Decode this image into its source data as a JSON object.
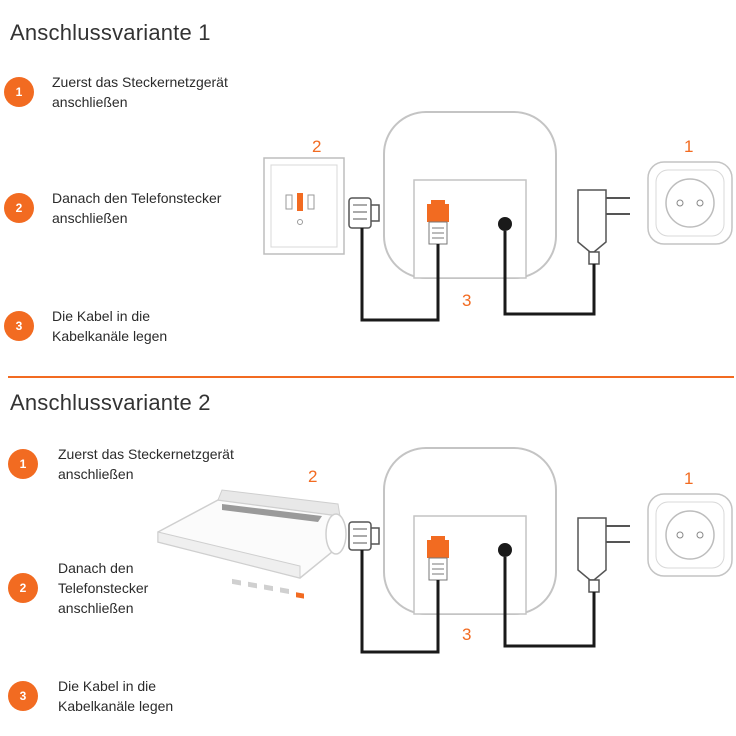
{
  "variant1": {
    "title": "Anschlussvariante 1",
    "steps": [
      {
        "number": "1",
        "text": "Zuerst das Steckernetzgerät\nanschließen"
      },
      {
        "number": "2",
        "text": "Danach den Telefonstecker\nanschließen"
      },
      {
        "number": "3",
        "text": "Die Kabel in die\nKabelkanäle legen"
      }
    ],
    "labels": {
      "wall_socket": "2",
      "power_socket": "1",
      "cables": "3"
    }
  },
  "variant2": {
    "title": "Anschlussvariante 2",
    "steps": [
      {
        "number": "1",
        "text": "Zuerst das Steckernetzgerät\nanschließen"
      },
      {
        "number": "2",
        "text": "Danach den\nTelefonstecker\nanschließen"
      },
      {
        "number": "3",
        "text": "Die Kabel in die\nKabelkanäle legen"
      }
    ],
    "labels": {
      "router": "2",
      "power_socket": "1",
      "cables": "3"
    }
  },
  "colors": {
    "accent": "#f26b21",
    "cable": "#1a1a1a",
    "outline": "#bdbdbd"
  }
}
